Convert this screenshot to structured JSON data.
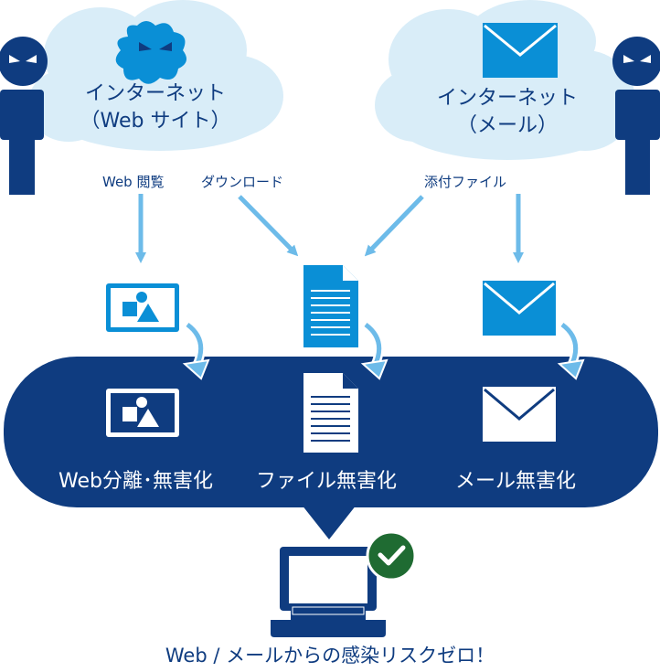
{
  "cloud_left": {
    "line1": "インターネット",
    "line2": "（Web サイト）"
  },
  "cloud_right": {
    "line1": "インターネット",
    "line2": "（メール）"
  },
  "arrow_labels": {
    "web_browse": "Web 閲覧",
    "download": "ダウンロード",
    "attachment": "添付ファイル"
  },
  "band_labels": {
    "web": "Web分離･無害化",
    "file": "ファイル無害化",
    "mail": "メール無害化"
  },
  "bottom_caption": "Web / メールからの感染リスクゼロ！",
  "icons": [
    "attacker-icon",
    "virus-monster-icon",
    "envelope-icon",
    "picture-frame-icon",
    "document-icon",
    "laptop-icon",
    "check-badge-icon",
    "curved-arrow-icon"
  ],
  "colors": {
    "navy": "#0f3c80",
    "cloud": "#d9edf8",
    "sky": "#6dbbe9",
    "blue": "#0a8fd6",
    "green": "#1f6b32",
    "white": "#ffffff"
  }
}
